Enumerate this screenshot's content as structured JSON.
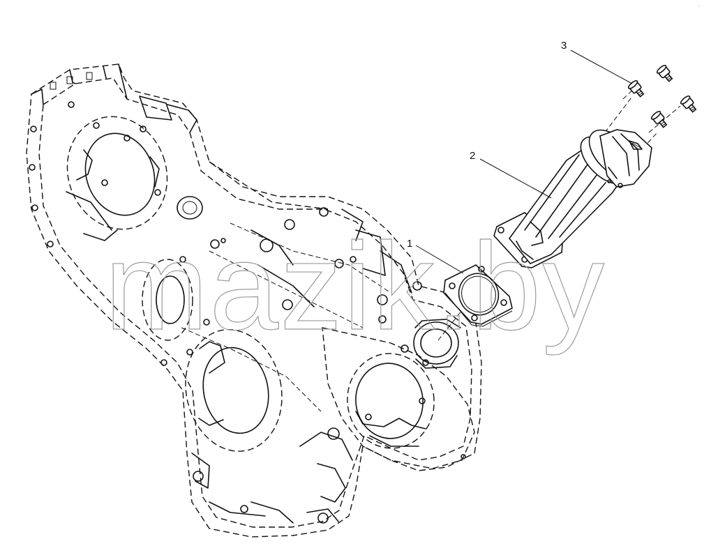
{
  "watermark": "mazik.by",
  "corner_mark": "...",
  "callouts": [
    {
      "number": "1",
      "part": "gasket"
    },
    {
      "number": "2",
      "part": "filler-tube-with-cap"
    },
    {
      "number": "3",
      "part": "bolt"
    }
  ]
}
